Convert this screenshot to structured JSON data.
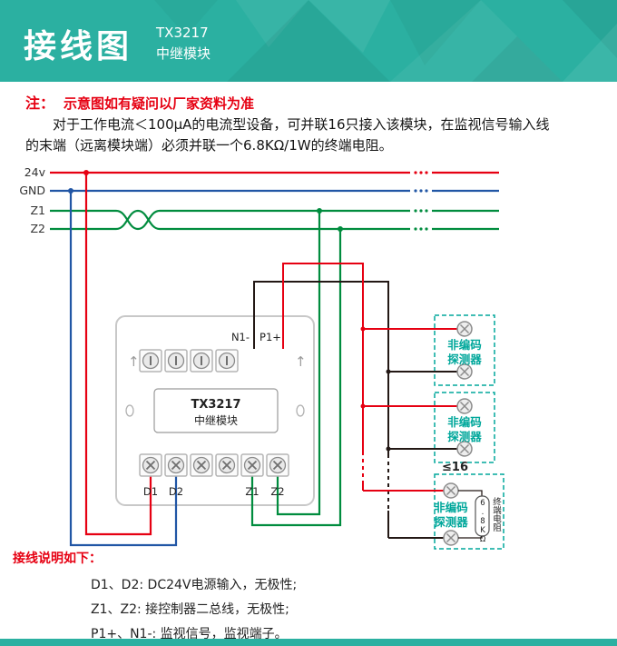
{
  "header": {
    "title": "接线图",
    "model": "TX3217",
    "model_type": "中继模块",
    "accent_color": "#2bb0a1"
  },
  "note": {
    "label": "注：",
    "text": "示意图如有疑问以厂家资料为准"
  },
  "intro": "对于工作电流＜100μA的电流型设备，可并联16只接入该模块，在监视信号输入线的末端（远离模块端）必须并联一个6.8KΩ/1W的终端电阻。",
  "bus": {
    "labels": [
      "24v",
      "GND",
      "Z1",
      "Z2"
    ]
  },
  "module": {
    "model": "TX3217",
    "name": "中继模块",
    "top_terminals": [
      "N1-",
      "P1+"
    ],
    "bottom_terminals": [
      "D1",
      "D2",
      "Z1",
      "Z2"
    ]
  },
  "detector": {
    "name_line1": "非编码",
    "name_line2": "探测器",
    "max_count": "≤16",
    "resistor_value": "6.8KΩ",
    "resistor_name": "终端电阻"
  },
  "wiring_notes": {
    "heading": "接线说明如下：",
    "items": [
      "D1、D2: DC24V电源输入，无极性;",
      "Z1、Z2: 接控制器二总线，无极性;",
      "P1+、N1-: 监视信号，监视端子。"
    ]
  },
  "colors": {
    "wire_24v": "#e60012",
    "wire_gnd": "#2156a5",
    "wire_z": "#008c3e",
    "wire_signal_negative": "#231815",
    "wire_signal_positive": "#e60012",
    "detector_teal": "#00a79b",
    "note_red": "#e60012"
  }
}
